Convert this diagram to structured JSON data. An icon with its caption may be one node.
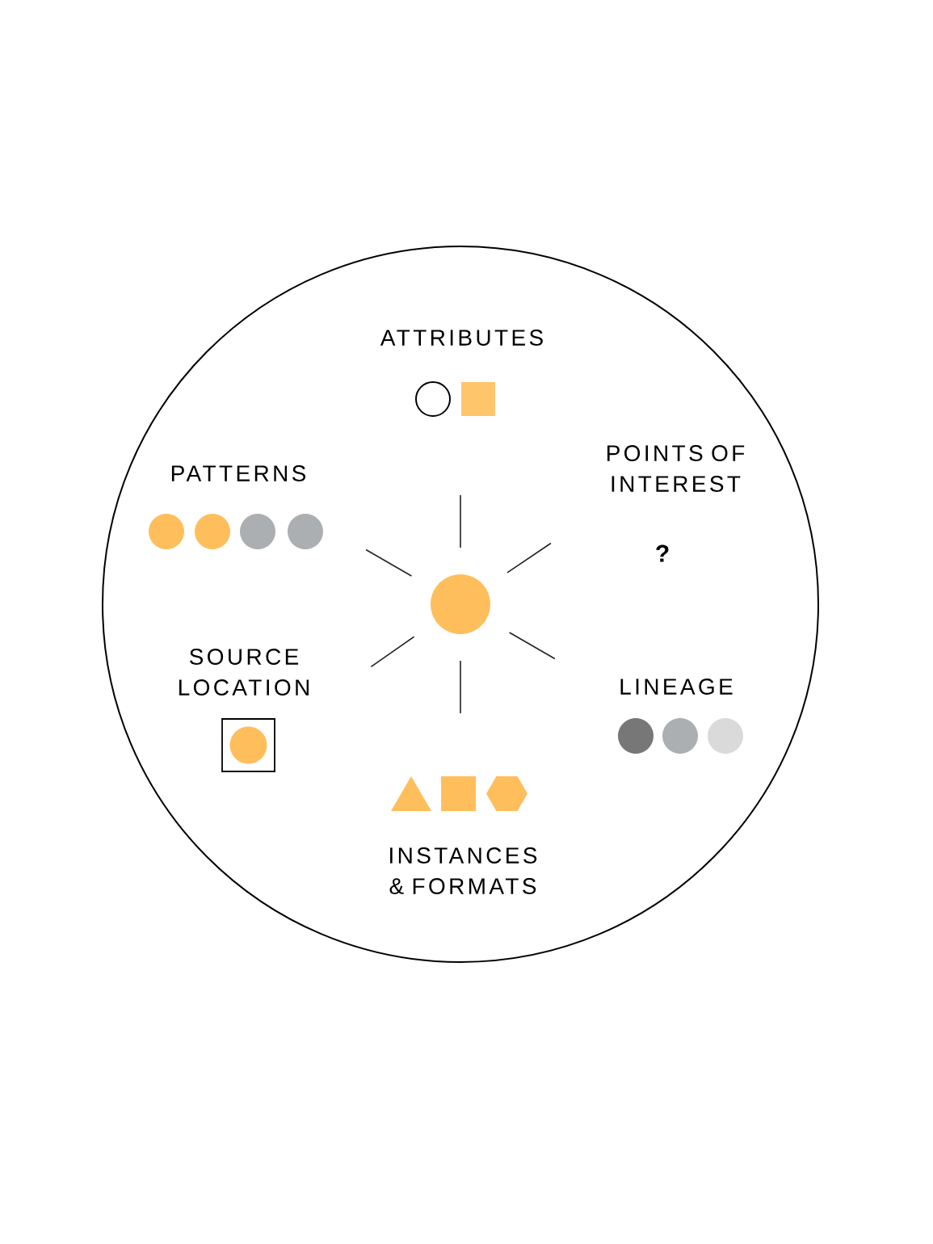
{
  "diagram": {
    "nodes": [
      {
        "text": [
          "ATTRIBUTES"
        ]
      },
      {
        "text": [
          "PATTERNS"
        ]
      },
      {
        "text": [
          "POINTS OF INTEREST"
        ]
      },
      {
        "text": [
          "SOURCE LOCATION"
        ]
      },
      {
        "text": [
          "LINEAGE"
        ]
      },
      {
        "text": [
          "INSTANCES & FORMATS"
        ]
      }
    ],
    "labels": [
      "?"
    ]
  }
}
